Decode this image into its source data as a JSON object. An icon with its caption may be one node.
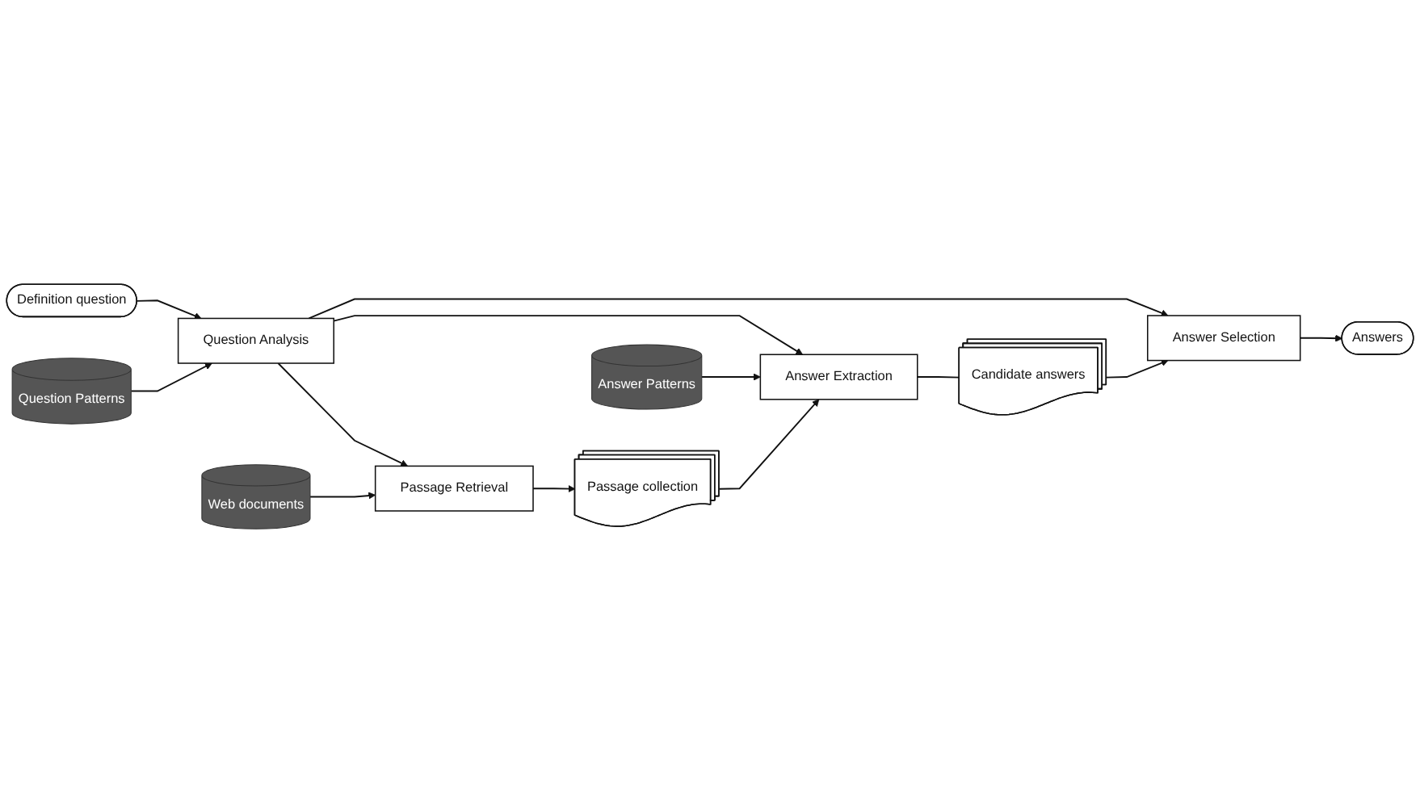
{
  "diagram": {
    "nodes": [
      {
        "text": [
          "Definition question"
        ]
      },
      {
        "text": [
          "Question Analysis"
        ]
      },
      {
        "text": [
          "Passage Retrieval"
        ]
      },
      {
        "text": [
          "Web documents"
        ]
      },
      {
        "text": [
          "Question Patterns"
        ]
      },
      {
        "text": [
          "Answer Patterns"
        ]
      },
      {
        "text": [
          "Passage collection"
        ]
      },
      {
        "text": [
          "Answers"
        ]
      },
      {
        "text": [
          "Answer Selection"
        ]
      },
      {
        "text": [
          "Candidate answers"
        ]
      },
      {
        "text": [
          "Answer Extraction"
        ]
      }
    ],
    "edges": [
      {
        "from": 0,
        "to": 1,
        "arrow": "to"
      },
      {
        "from": 1,
        "to": 2,
        "arrow": "to"
      },
      {
        "from": 3,
        "to": 2,
        "arrow": "to"
      },
      {
        "from": 4,
        "to": 1,
        "arrow": "to"
      },
      {
        "from": 2,
        "to": 6,
        "arrow": "to"
      },
      {
        "from": 1,
        "to": 8,
        "arrow": "to"
      },
      {
        "from": 1,
        "to": 10,
        "arrow": "to"
      },
      {
        "from": 5,
        "to": 10,
        "arrow": "to"
      },
      {
        "from": 6,
        "to": 10,
        "arrow": "to"
      },
      {
        "from": 10,
        "to": 9,
        "arrow": "none"
      },
      {
        "from": 9,
        "to": 8,
        "arrow": "to"
      },
      {
        "from": 8,
        "to": 7,
        "arrow": "to"
      }
    ]
  }
}
